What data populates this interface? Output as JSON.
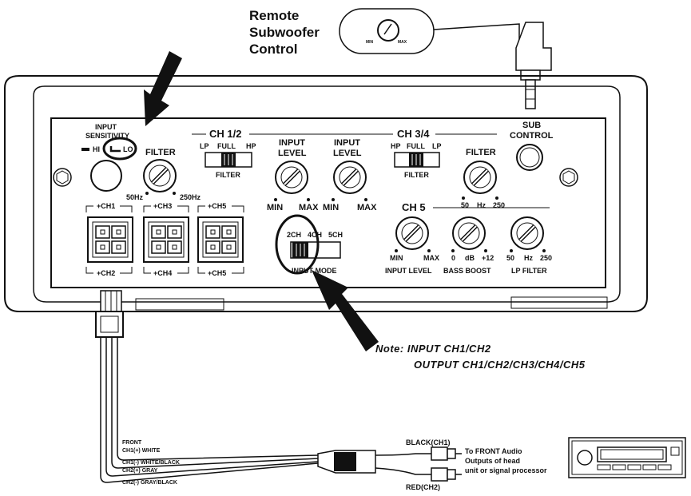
{
  "remote": {
    "title_line1": "Remote",
    "title_line2": "Subwoofer",
    "title_line3": "Control",
    "min": "MIN",
    "max": "MAX"
  },
  "panel": {
    "input_sensitivity_line1": "INPUT",
    "input_sensitivity_line2": "SENSITIVITY",
    "hi": "HI",
    "lo": "LO",
    "filter_left": "FILTER",
    "freq_50hz": "50Hz",
    "freq_250hz": "250Hz",
    "ch12": "CH 1/2",
    "ch12_lp": "LP",
    "ch12_full": "FULL",
    "ch12_hp": "HP",
    "ch12_filter": "FILTER",
    "input_level_a_line1": "INPUT",
    "input_level_a_line2": "LEVEL",
    "min_a": "MIN",
    "max_a": "MAX",
    "input_level_b_line1": "INPUT",
    "input_level_b_line2": "LEVEL",
    "min_b": "MIN",
    "max_b": "MAX",
    "ch34": "CH 3/4",
    "ch34_hp": "HP",
    "ch34_full": "FULL",
    "ch34_lp": "LP",
    "ch34_filter": "FILTER",
    "filter_right": "FILTER",
    "fr_50": "50",
    "fr_hz": "Hz",
    "fr_250": "250",
    "sub_control_line1": "SUB",
    "sub_control_line2": "CONTROL",
    "conn_ch1": "CH1",
    "conn_ch3": "CH3",
    "conn_ch5_top": "CH5",
    "conn_ch2": "CH2",
    "conn_ch4": "CH4",
    "conn_ch5_bottom": "CH5",
    "mode_2ch": "2CH",
    "mode_4ch": "4CH",
    "mode_5ch": "5CH",
    "input_mode": "INPUT MODE",
    "ch5": "CH 5",
    "ch5_min": "MIN",
    "ch5_max": "MAX",
    "bb_0": "0",
    "bb_db": "dB",
    "bb_12": "+12",
    "lp_50": "50",
    "lp_hz": "Hz",
    "lp_250": "250",
    "input_level": "INPUT LEVEL",
    "bass_boost": "BASS BOOST",
    "lp_filter": "LP FILTER"
  },
  "note": {
    "line1": "Note: INPUT CH1/CH2",
    "line2": "OUTPUT CH1/CH2/CH3/CH4/CH5"
  },
  "harness": {
    "front": "FRONT",
    "ch1_pos": "CH1(+) WHITE",
    "ch1_neg": "CH1(-) WHITE/BLACK",
    "ch2_pos": "CH2(+) GRAY",
    "ch2_neg": "CH2(-) GRAY/BLACK",
    "black_ch1": "BLACK(CH1)",
    "red_ch2": "RED(CH2)",
    "dest_line1": "To FRONT Audio",
    "dest_line2": "Outputs of head",
    "dest_line3": "unit or signal processor"
  }
}
